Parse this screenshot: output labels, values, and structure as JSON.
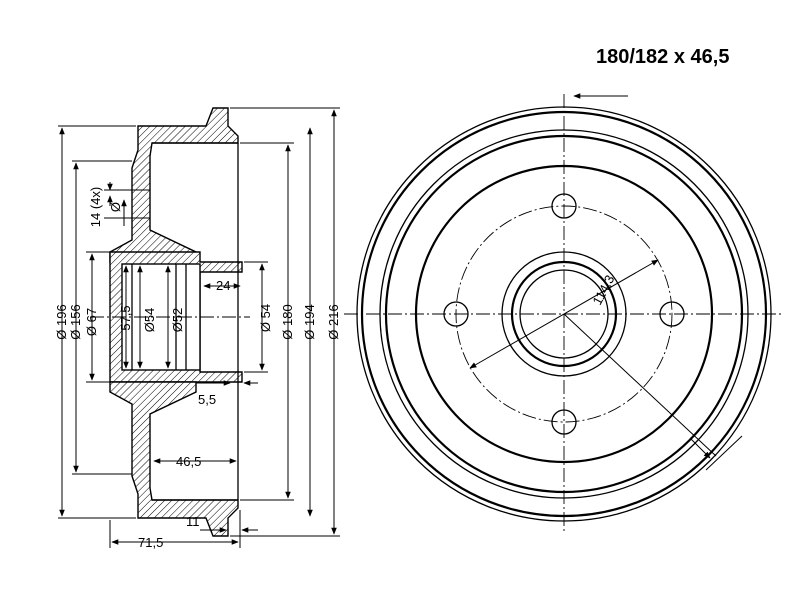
{
  "title": "180/182 x 46,5",
  "side_view": {
    "dims": {
      "d196": "Ø 196",
      "d156": "Ø 156",
      "d67": "Ø 67",
      "d57_5": "57,5",
      "d54_inner": "Ø54",
      "d52": "Ø52",
      "d54": "Ø 54",
      "d180": "Ø 180",
      "d194": "Ø 194",
      "d216": "Ø 216",
      "holes": "14 (4x)",
      "hole_dia": "Ø",
      "w24": "24",
      "w5_5": "5,5",
      "w46_5": "46,5",
      "w11": "11",
      "w71_5": "71,5"
    }
  },
  "front_view": {
    "pcd": "114,3"
  }
}
